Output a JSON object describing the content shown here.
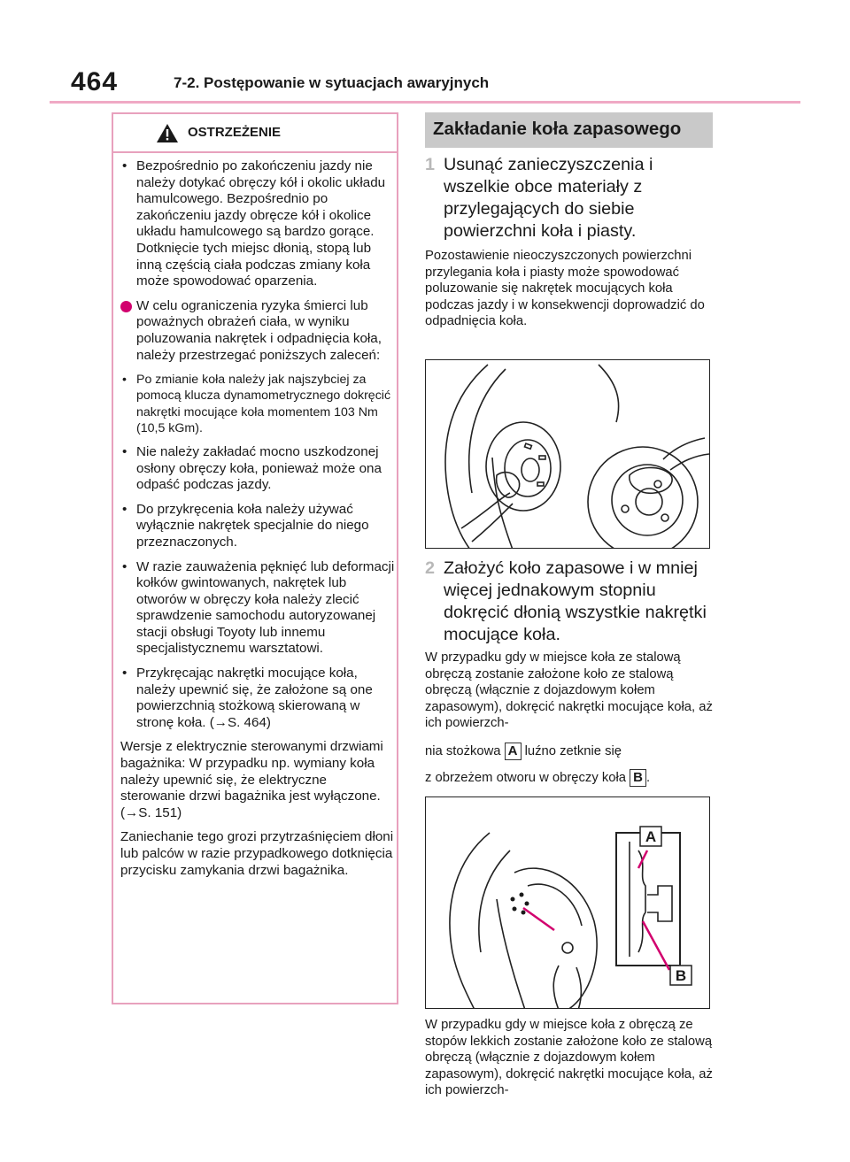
{
  "header": {
    "page_number": "464",
    "section": "7-2. Postępowanie w sytuacjach awaryjnych"
  },
  "warning": {
    "title": "OSTRZEŻENIE",
    "bullet1": "Bezpośrednio po zakończeniu jazdy nie należy dotykać obręczy kół i okolic układu hamulcowego. Bezpośrednio po zakończeniu jazdy obręcze kół i okolice układu hamulcowego są bardzo gorące. Dotknięcie tych miejsc dłonią, stopą lub inną częścią ciała podczas zmiany koła może spowodować oparzenia.",
    "main_point": "W celu ograniczenia ryzyka śmierci lub poważnych obrażeń ciała, w wyniku poluzowania nakrętek i odpadnięcia koła, należy przestrzegać poniższych zaleceń:",
    "sub1": "Po zmianie koła należy jak najszybciej za pomocą klucza dynamometrycznego dokręcić nakrętki mocujące koła momentem 103 Nm (10,5 kGm).",
    "sub2": "Nie należy zakładać mocno uszkodzonej osłony obręczy koła, ponieważ może ona odpaść podczas jazdy.",
    "sub3": "Do przykręcenia koła należy używać wyłącznie nakrętek specjalnie do niego przeznaczonych.",
    "sub4": "W razie zauważenia pęknięć lub deformacji kołków gwintowanych, nakrętek lub otworów w obręczy koła należy zlecić sprawdzenie samochodu autoryzowanej stacji obsługi Toyoty lub innemu specjalistycznemu warsztatowi.",
    "sub5": "Przykręcając nakrętki mocujące koła, należy upewnić się, że założone są one powierzchnią stożkową skierowaną w stronę koła. (→S. 464)",
    "para1": "Wersje z elektrycznie sterowanymi drzwiami bagażnika: W przypadku np. wymiany koła należy upewnić się, że elektryczne sterowanie drzwi bagażnika jest wyłączone. (→S. 151)",
    "para2": "Zaniechanie tego grozi przytrzaśnięciem dłoni lub palców w razie przypadkowego dotknięcia przycisku zamykania drzwi bagażnika."
  },
  "right": {
    "heading": "Zakładanie koła zapasowego",
    "step1_num": "1",
    "step1": "Usunąć zanieczyszczenia i wszelkie obce materiały z przylegających do siebie powierzchni koła i piasty.",
    "step1_desc": "Pozostawienie nieoczyszczonych powierzchni przylegania koła i piasty może spowodować poluzowanie się nakrętek mocujących koła podczas jazdy i w konsekwencji doprowadzić do odpadnięcia koła.",
    "step2_num": "2",
    "step2": "Założyć koło zapasowe i w mniej więcej jednakowym stopniu dokręcić dłonią wszystkie nakrętki mocujące koła.",
    "step2_desc": "W przypadku gdy w miejsce koła ze stalową obręczą zostanie założone koło ze stalową obręczą (włącznie z dojazdowym kołem zapasowym), dokręcić nakrętki mocujące koła, aż ich powierzch-",
    "line_a_pre": "nia stożkowa",
    "label_a": "A",
    "line_a_post": "luźno zetknie się",
    "line_b_pre": "z obrzeżem otworu w obręczy koła",
    "label_b": "B",
    "line_b_post": ".",
    "fig2_label_a": "A",
    "fig2_label_b": "B",
    "bottom_desc": "W przypadku gdy w miejsce koła z obręczą ze stopów lekkich zostanie założone koło ze stalową obręczą (włącznie z dojazdowym kołem zapasowym), dokręcić nakrętki mocujące koła, aż ich powierzch-"
  },
  "colors": {
    "accent": "#d2006e",
    "rule": "#f0a9c5",
    "heading_bar": "#c9c9c9"
  }
}
